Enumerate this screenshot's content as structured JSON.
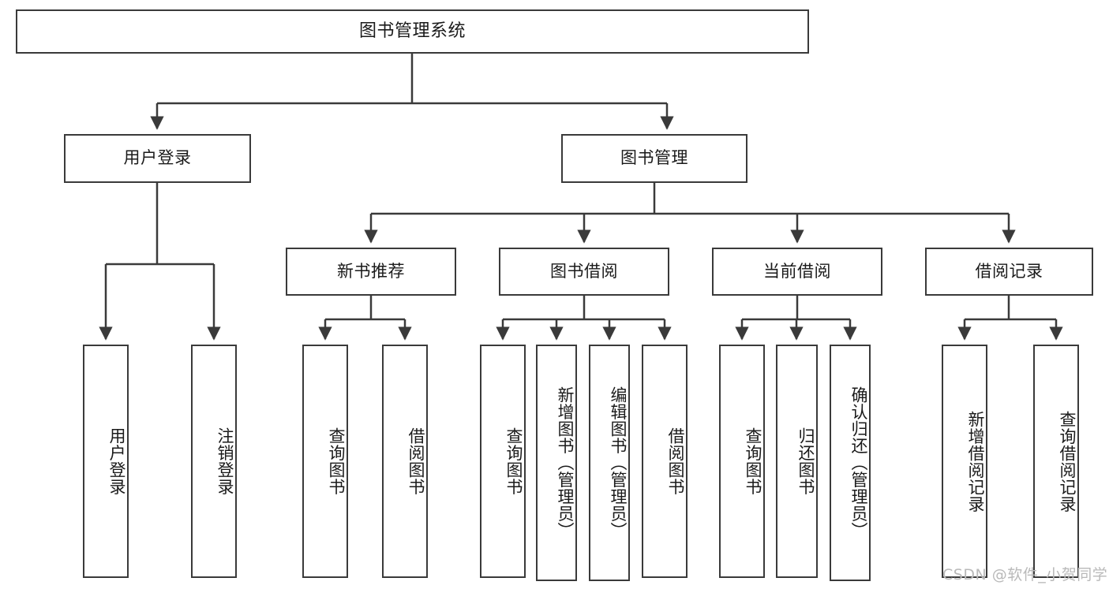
{
  "diagram": {
    "title_node": {
      "label": "图书管理系统"
    },
    "level2": [
      {
        "id": "user-login",
        "label": "用户登录"
      },
      {
        "id": "book-manage",
        "label": "图书管理"
      }
    ],
    "level3": [
      {
        "id": "new-book-recommend",
        "label": "新书推荐"
      },
      {
        "id": "book-borrow",
        "label": "图书借阅"
      },
      {
        "id": "current-borrow",
        "label": "当前借阅"
      },
      {
        "id": "borrow-record",
        "label": "借阅记录"
      }
    ],
    "leaves": {
      "user_login": [
        {
          "id": "leaf-user-login",
          "label": "用户登录"
        },
        {
          "id": "leaf-logout-login",
          "label": "注销登录"
        }
      ],
      "new_book_recommend": [
        {
          "id": "leaf-query-book-1",
          "label": "查询图书"
        },
        {
          "id": "leaf-borrow-book-1",
          "label": "借阅图书"
        }
      ],
      "book_borrow": [
        {
          "id": "leaf-query-book-2",
          "label": "查询图书"
        },
        {
          "id": "leaf-add-book",
          "label": "新增图书（管理员）"
        },
        {
          "id": "leaf-edit-book",
          "label": "编辑图书（管理员）"
        },
        {
          "id": "leaf-borrow-book-2",
          "label": "借阅图书"
        }
      ],
      "current_borrow": [
        {
          "id": "leaf-query-book-3",
          "label": "查询图书"
        },
        {
          "id": "leaf-return-book",
          "label": "归还图书"
        },
        {
          "id": "leaf-confirm-return",
          "label": "确认归还（管理员）"
        }
      ],
      "borrow_record": [
        {
          "id": "leaf-add-record",
          "label": "新增借阅记录"
        },
        {
          "id": "leaf-query-record",
          "label": "查询借阅记录"
        }
      ]
    },
    "watermark": {
      "text": "CSDN @软件_小贺同学"
    },
    "colors": {
      "border": "#3a3a3a",
      "text": "#1a1a1a",
      "background": "#ffffff",
      "watermark": "#b9b9b9"
    }
  }
}
